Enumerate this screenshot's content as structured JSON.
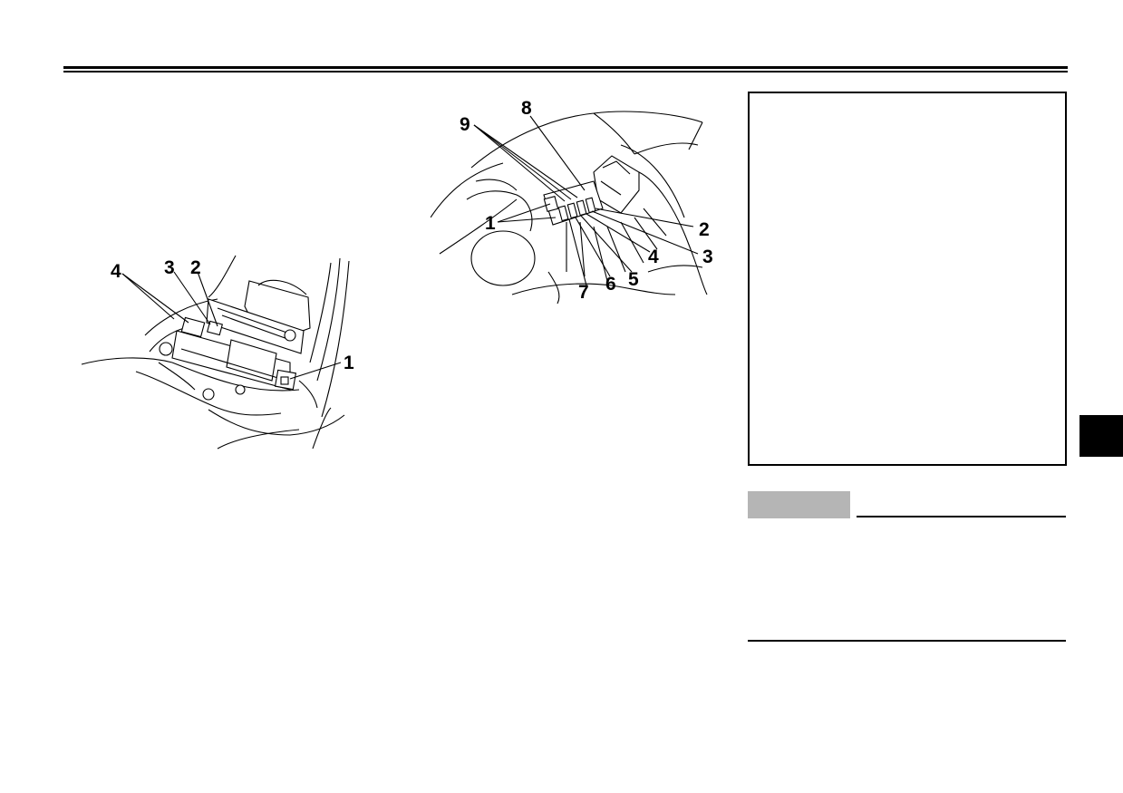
{
  "left_figure": {
    "callouts": [
      "4",
      "3",
      "2",
      "1"
    ]
  },
  "right_figure": {
    "callouts": [
      "9",
      "8",
      "1",
      "2",
      "3",
      "4",
      "5",
      "6",
      "7"
    ]
  }
}
